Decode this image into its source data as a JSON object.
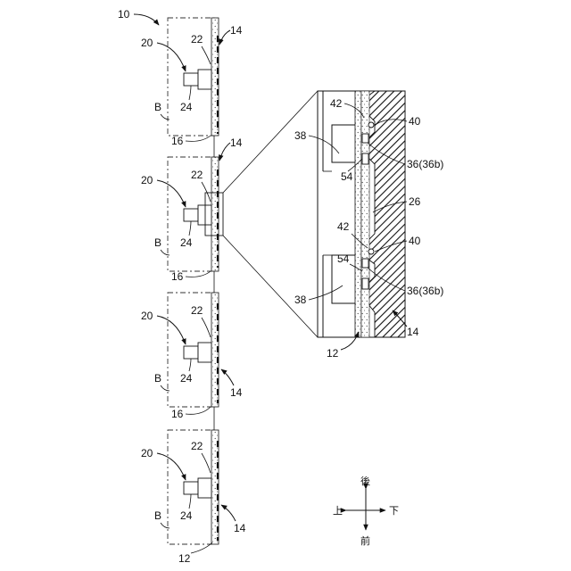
{
  "figure": {
    "main_ref": "10",
    "labels": {
      "seat_belt_device": "20",
      "slot": "22",
      "plate": "24",
      "occupant": "B",
      "airbag": "14",
      "seam": "16",
      "inner_panel": "12",
      "ref_26": "26",
      "ref_36": "36(36b)",
      "ref_38": "38",
      "ref_40": "40",
      "ref_42": "42",
      "ref_54": "54"
    },
    "direction_labels": {
      "back": "後",
      "front": "前",
      "up": "上",
      "down": "下"
    }
  }
}
